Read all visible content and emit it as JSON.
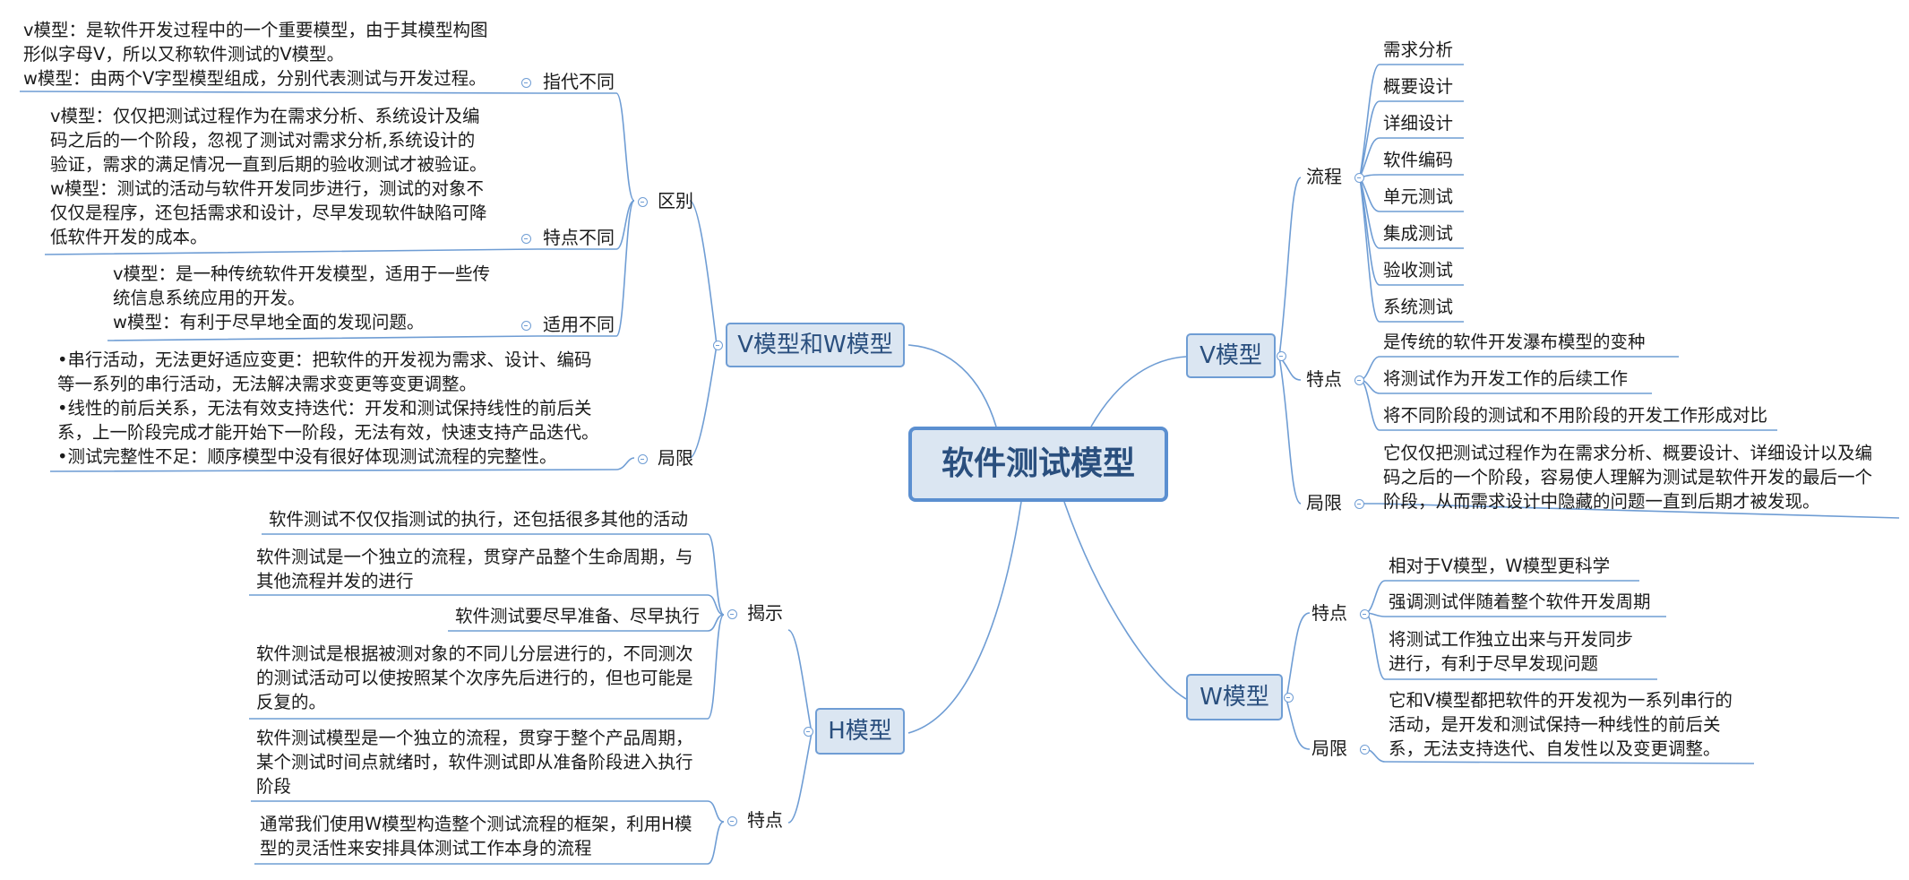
{
  "central": "软件测试模型",
  "v_model": {
    "title": "V模型",
    "process_label": "流程",
    "process": [
      "需求分析",
      "概要设计",
      "详细设计",
      "软件编码",
      "单元测试",
      "集成测试",
      "验收测试",
      "系统测试"
    ],
    "features_label": "特点",
    "features": [
      "是传统的软件开发瀑布模型的变种",
      "将测试作为开发工作的后续工作",
      "将不同阶段的测试和不用阶段的开发工作形成对比"
    ],
    "limits_label": "局限",
    "limits": "它仅仅把测试过程作为在需求分析、概要设计、详细设计以及编\n码之后的一个阶段，容易使人理解为测试是软件开发的最后一个\n阶段，从而需求设计中隐藏的问题一直到后期才被发现。"
  },
  "w_model": {
    "title": "W模型",
    "features_label": "特点",
    "features": [
      "相对于V模型，W模型更科学",
      "强调测试伴随着整个软件开发周期",
      "将测试工作独立出来与开发同步\n进行，有利于尽早发现问题"
    ],
    "limits_label": "局限",
    "limits": "它和V模型都把软件的开发视为一系列串行的\n活动，是开发和测试保持一种线性的前后关\n系，无法支持迭代、自发性以及变更调整。"
  },
  "vw_model": {
    "title": "V模型和W模型",
    "diff_label": "区别",
    "diff_items": [
      {
        "label": "指代不同",
        "text": "v模型：是软件开发过程中的一个重要模型，由于其模型构图\n形似字母V，所以又称软件测试的V模型。\nw模型：由两个V字型模型组成，分别代表测试与开发过程。"
      },
      {
        "label": "特点不同",
        "text": "v模型：仅仅把测试过程作为在需求分析、系统设计及编\n码之后的一个阶段，忽视了测试对需求分析,系统设计的\n验证，需求的满足情况一直到后期的验收测试才被验证。\nw模型：测试的活动与软件开发同步进行，测试的对象不\n仅仅是程序，还包括需求和设计，尽早发现软件缺陷可降\n低软件开发的成本。"
      },
      {
        "label": "适用不同",
        "text": "v模型：是一种传统软件开发模型，适用于一些传\n统信息系统应用的开发。\nw模型：有利于尽早地全面的发现问题。"
      }
    ],
    "limits_label": "局限",
    "limits": "•串行活动，无法更好适应变更：把软件的开发视为需求、设计、编码\n等一系列的串行活动，无法解决需求变更等变更调整。\n•线性的前后关系，无法有效支持迭代：开发和测试保持线性的前后关\n系，上一阶段完成才能开始下一阶段，无法有效，快速支持产品迭代。\n•测试完整性不足：顺序模型中没有很好体现测试流程的完整性。"
  },
  "h_model": {
    "title": "H模型",
    "reveal_label": "揭示",
    "reveals": [
      "软件测试不仅仅指测试的执行，还包括很多其他的活动",
      "软件测试是一个独立的流程，贯穿产品整个生命周期，与\n其他流程并发的进行",
      "软件测试要尽早准备、尽早执行",
      "软件测试是根据被测对象的不同儿分层进行的，不同测次\n的测试活动可以使按照某个次序先后进行的，但也可能是\n反复的。"
    ],
    "features_label": "特点",
    "features": [
      "软件测试模型是一个独立的流程，贯穿于整个产品周期，\n某个测试时间点就绪时，软件测试即从准备阶段进入执行\n阶段",
      "通常我们使用W模型构造整个测试流程的框架，利用H模\n型的灵活性来安排具体测试工作本身的流程"
    ]
  }
}
